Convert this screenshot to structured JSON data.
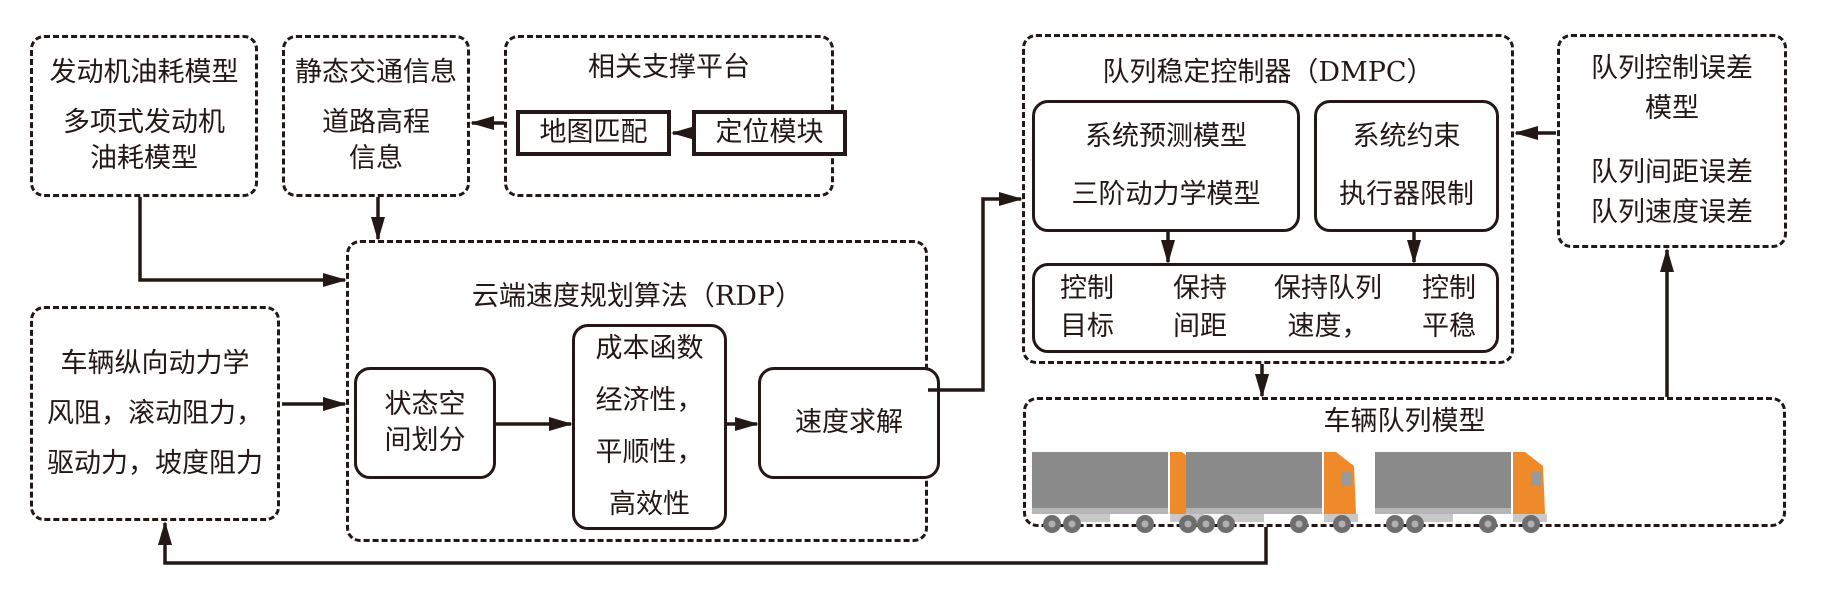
{
  "engine_fuel_model": {
    "title": "发动机油耗模型",
    "line1": "多项式发动机",
    "line2": "油耗模型"
  },
  "static_traffic_info": {
    "title": "静态交通信息",
    "line1": "道路高程",
    "line2": "信息"
  },
  "support_platform": {
    "title": "相关支撑平台",
    "map_matching": "地图匹配",
    "positioning_module": "定位模块"
  },
  "vehicle_dynamics": {
    "title": "车辆纵向动力学",
    "line1": "风阻，滚动阻力，",
    "line2": "驱动力，坡度阻力"
  },
  "rdp": {
    "title": "云端速度规划算法（RDP）",
    "state_space": {
      "line1": "状态空",
      "line2": "间划分"
    },
    "cost_function": {
      "line1": "成本函数",
      "line2": "经济性，",
      "line3": "平顺性，",
      "line4": "高效性"
    },
    "speed_solve": "速度求解"
  },
  "dmpc": {
    "title": "队列稳定控制器（DMPC）",
    "prediction_model": {
      "title": "系统预测模型",
      "line1": "三阶动力学模型"
    },
    "constraints": {
      "title": "系统约束",
      "line1": "执行器限制"
    },
    "control_goals": [
      {
        "line1": "控制",
        "line2": "目标"
      },
      {
        "line1": "保持",
        "line2": "间距"
      },
      {
        "line1": "保持队列",
        "line2": "速度，"
      },
      {
        "line1": "控制",
        "line2": "平稳"
      }
    ]
  },
  "error_model": {
    "title1": "队列控制误差",
    "title2": "模型",
    "line1": "队列间距误差",
    "line2": "队列速度误差"
  },
  "platoon_model": {
    "title": "车辆队列模型",
    "ellipsis": "…",
    "trucks": [
      "truck-1",
      "truck-2",
      "truck-n"
    ]
  },
  "colors": {
    "ink": "#231815",
    "truck_cargo": "#8a8a8a",
    "truck_cab": "#ee8a2a",
    "truck_wheel": "#6e6e6e"
  }
}
